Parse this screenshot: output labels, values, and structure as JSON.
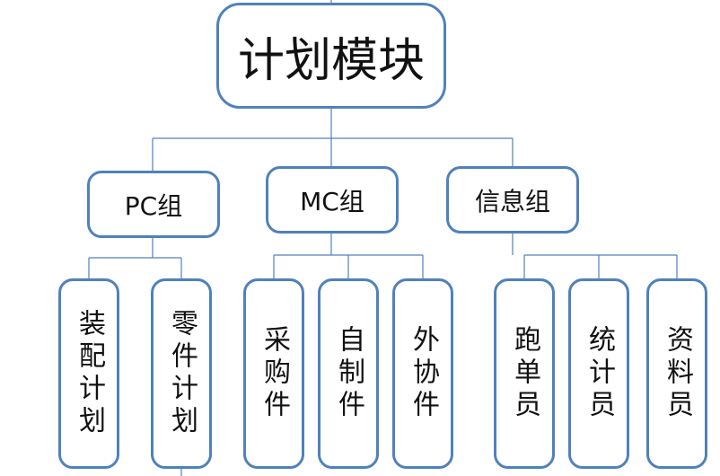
{
  "diagram": {
    "root": {
      "label": "计划模块"
    },
    "groups": [
      {
        "label": "PC组",
        "children": [
          "装配计划",
          "零件计划"
        ]
      },
      {
        "label": "MC组",
        "children": [
          "采购件",
          "自制件",
          "外协件"
        ]
      },
      {
        "label": "信息组",
        "children": [
          "跑单员",
          "统计员",
          "资料员"
        ]
      }
    ],
    "colors": {
      "border": "#4f81bd",
      "connector": "#4f81bd",
      "text": "#111111"
    }
  }
}
